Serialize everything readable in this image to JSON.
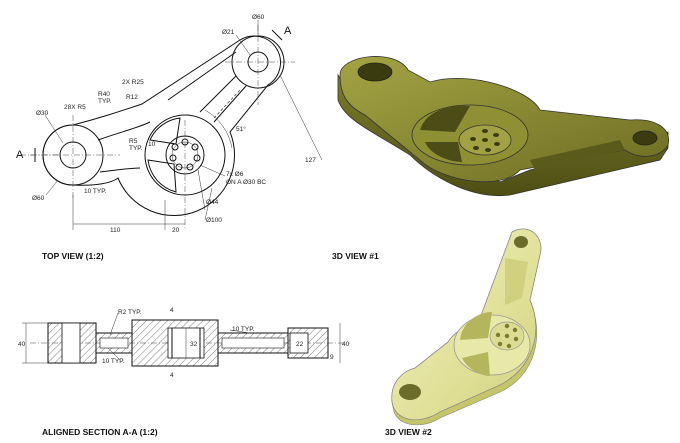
{
  "views": {
    "top": {
      "caption": "TOP VIEW (1:2)",
      "dims": {
        "d60_top": "Ø60",
        "d21": "Ø21",
        "d30": "Ø30",
        "d60_left": "Ø60",
        "fillets": "28X R5",
        "r40": "R40",
        "typ": "TYP.",
        "r25": "2X R25",
        "r12": "R12",
        "r5": "R5",
        "r5_typ": "TYP.",
        "ten": "10",
        "ten_typ": "10 TYP.",
        "holes": "7x Ø6",
        "holes_bc": "ON A Ø30 BC",
        "d44": "Ø44",
        "d100": "Ø100",
        "angle": "51°",
        "len127": "127",
        "len110": "110",
        "len20": "20"
      },
      "section_letter_top": "A",
      "section_letter_left": "A"
    },
    "iso1": {
      "caption": "3D VIEW #1",
      "color": "#8a8a2e"
    },
    "iso2": {
      "caption": "3D VIEW #2",
      "color": "#e2e29a"
    },
    "section": {
      "caption": "ALIGNED SECTION A-A (1:2)",
      "dims": {
        "r2": "R2 TYP.",
        "ten_typ_left": "10 TYP.",
        "ten_typ_right": "10 TYP.",
        "h40_left": "40",
        "h40_right": "40",
        "d32": "32",
        "d22": "22",
        "four_top": "4",
        "four_bot": "4",
        "nine": "9"
      }
    }
  }
}
